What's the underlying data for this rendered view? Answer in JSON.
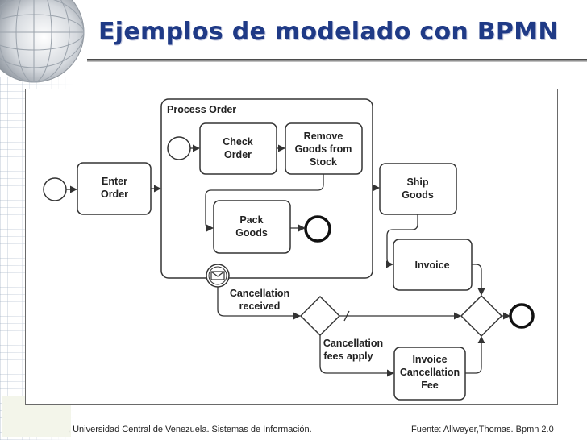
{
  "slide": {
    "title": "Ejemplos de modelado con BPMN"
  },
  "diagram": {
    "enter_order": [
      "Enter",
      "Order"
    ],
    "process_order": "Process Order",
    "check_order": [
      "Check",
      "Order"
    ],
    "remove_goods": [
      "Remove",
      "Goods from",
      "Stock"
    ],
    "pack_goods": [
      "Pack",
      "Goods"
    ],
    "ship_goods": [
      "Ship",
      "Goods"
    ],
    "invoice": "Invoice",
    "cancellation_received": [
      "Cancellation",
      "received"
    ],
    "cancellation_fees": [
      "Cancellation",
      "fees apply"
    ],
    "invoice_cancellation_fee": [
      "Invoice",
      "Cancellation",
      "Fee"
    ]
  },
  "footer": {
    "left": ", Universidad Central de Venezuela. Sistemas de Información.",
    "right": "Fuente: Allweyer,Thomas. Bpmn 2.0"
  },
  "colors": {
    "title": "#1f3a86",
    "stroke": "#333333"
  }
}
